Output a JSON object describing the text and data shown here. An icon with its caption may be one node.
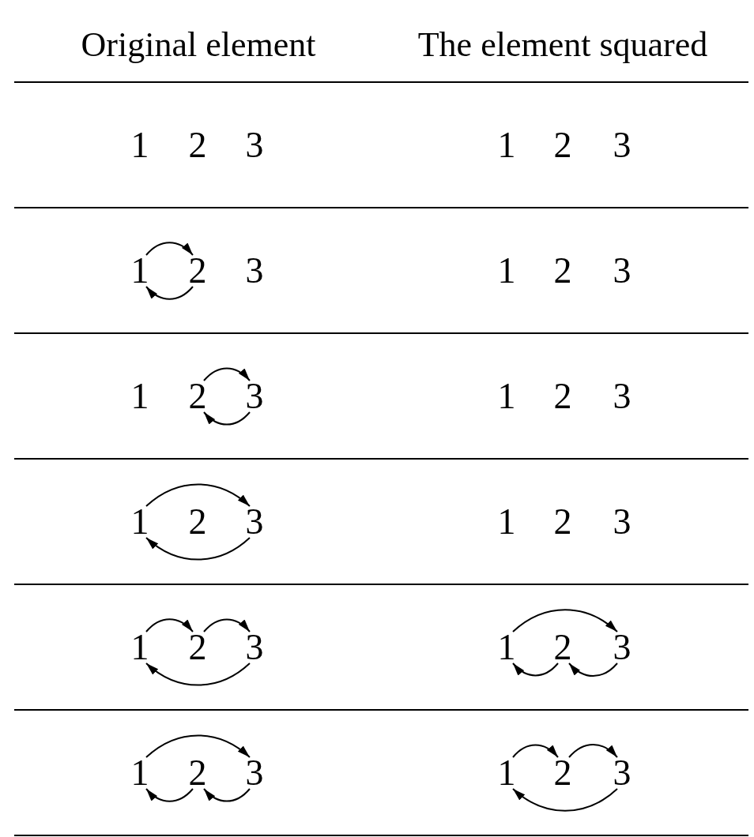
{
  "diagram": {
    "nodes": [
      {
        "text": [
          "1"
        ]
      },
      {
        "text": [
          "2"
        ]
      },
      {
        "text": [
          "3"
        ]
      },
      {
        "text": [
          "1"
        ]
      },
      {
        "text": [
          "2"
        ]
      },
      {
        "text": [
          "3"
        ]
      },
      {
        "text": [
          "1"
        ]
      },
      {
        "text": [
          "2"
        ]
      },
      {
        "text": [
          "3"
        ]
      },
      {
        "text": [
          "1"
        ]
      },
      {
        "text": [
          "2"
        ]
      },
      {
        "text": [
          "3"
        ]
      },
      {
        "text": [
          "1"
        ]
      },
      {
        "text": [
          "2"
        ]
      },
      {
        "text": [
          "3"
        ]
      },
      {
        "text": [
          "1"
        ]
      },
      {
        "text": [
          "2"
        ]
      },
      {
        "text": [
          "3"
        ]
      },
      {
        "text": [
          "1"
        ]
      },
      {
        "text": [
          "2"
        ]
      },
      {
        "text": [
          "3"
        ]
      },
      {
        "text": [
          "1"
        ]
      },
      {
        "text": [
          "2"
        ]
      },
      {
        "text": [
          "3"
        ]
      },
      {
        "text": [
          "1"
        ]
      },
      {
        "text": [
          "2"
        ]
      },
      {
        "text": [
          "3"
        ]
      },
      {
        "text": [
          "1"
        ]
      },
      {
        "text": [
          "2"
        ]
      },
      {
        "text": [
          "3"
        ]
      },
      {
        "text": [
          "1"
        ]
      },
      {
        "text": [
          "2"
        ]
      },
      {
        "text": [
          "3"
        ]
      },
      {
        "text": [
          "1"
        ]
      },
      {
        "text": [
          "2"
        ]
      },
      {
        "text": [
          "3"
        ]
      }
    ],
    "edges": [
      {
        "from": 6,
        "to": 7,
        "arrow": "to"
      },
      {
        "from": 7,
        "to": 6,
        "arrow": "to"
      },
      {
        "from": 13,
        "to": 14,
        "arrow": "to"
      },
      {
        "from": 14,
        "to": 13,
        "arrow": "to"
      },
      {
        "from": 18,
        "to": 20,
        "arrow": "to"
      },
      {
        "from": 20,
        "to": 18,
        "arrow": "to"
      },
      {
        "from": 24,
        "to": 25,
        "arrow": "to"
      },
      {
        "from": 25,
        "to": 26,
        "arrow": "to"
      },
      {
        "from": 26,
        "to": 24,
        "arrow": "to"
      },
      {
        "from": 27,
        "to": 29,
        "arrow": "to"
      },
      {
        "from": 29,
        "to": 28,
        "arrow": "to"
      },
      {
        "from": 28,
        "to": 27,
        "arrow": "to"
      },
      {
        "from": 30,
        "to": 32,
        "arrow": "to"
      },
      {
        "from": 32,
        "to": 31,
        "arrow": "to"
      },
      {
        "from": 31,
        "to": 30,
        "arrow": "to"
      },
      {
        "from": 33,
        "to": 34,
        "arrow": "to"
      },
      {
        "from": 34,
        "to": 35,
        "arrow": "to"
      },
      {
        "from": 35,
        "to": 33,
        "arrow": "to"
      }
    ],
    "labels": [
      "Original element",
      "The element squared"
    ]
  }
}
